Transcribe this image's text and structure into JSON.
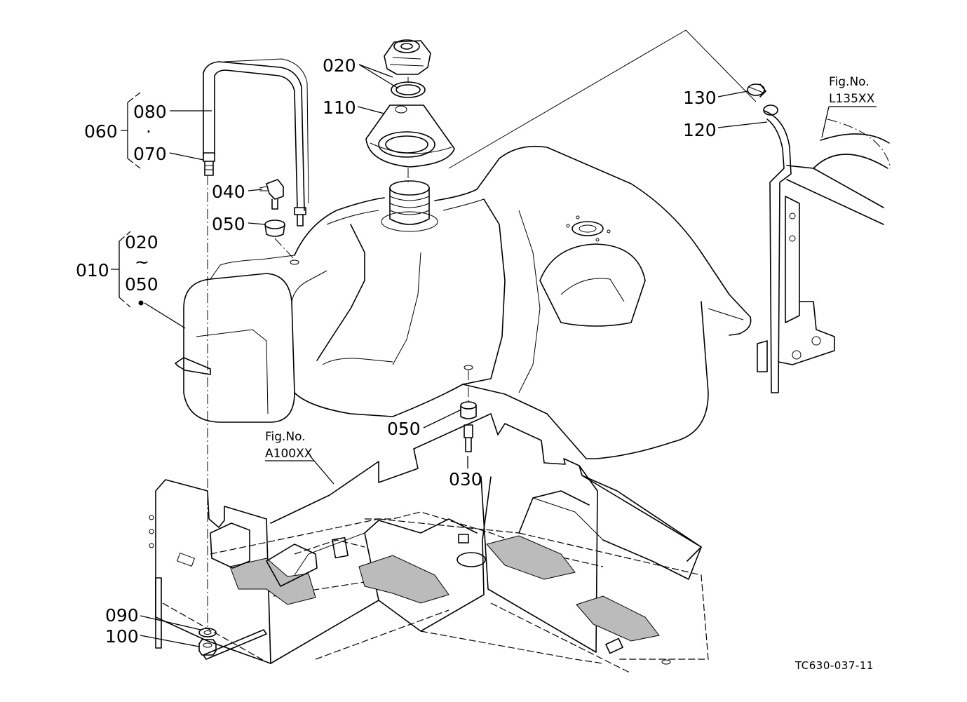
{
  "callouts": {
    "c020_cap": "020",
    "c110": "110",
    "c080": "080",
    "c060": "060",
    "dot": "·",
    "c070": "070",
    "c040": "040",
    "c050_top": "050",
    "c020_set": "020",
    "tilde": "~",
    "c010": "010",
    "c050_set": "050",
    "c050_drain": "050",
    "c030": "030",
    "c090": "090",
    "c100": "100",
    "c130": "130",
    "c120": "120"
  },
  "figure_refs": {
    "right": {
      "prefix": "Fig.No.",
      "number": "L135XX"
    },
    "bottom": {
      "prefix": "Fig.No.",
      "number": "A100XX"
    }
  },
  "drawing_code": "TC630-037-11"
}
